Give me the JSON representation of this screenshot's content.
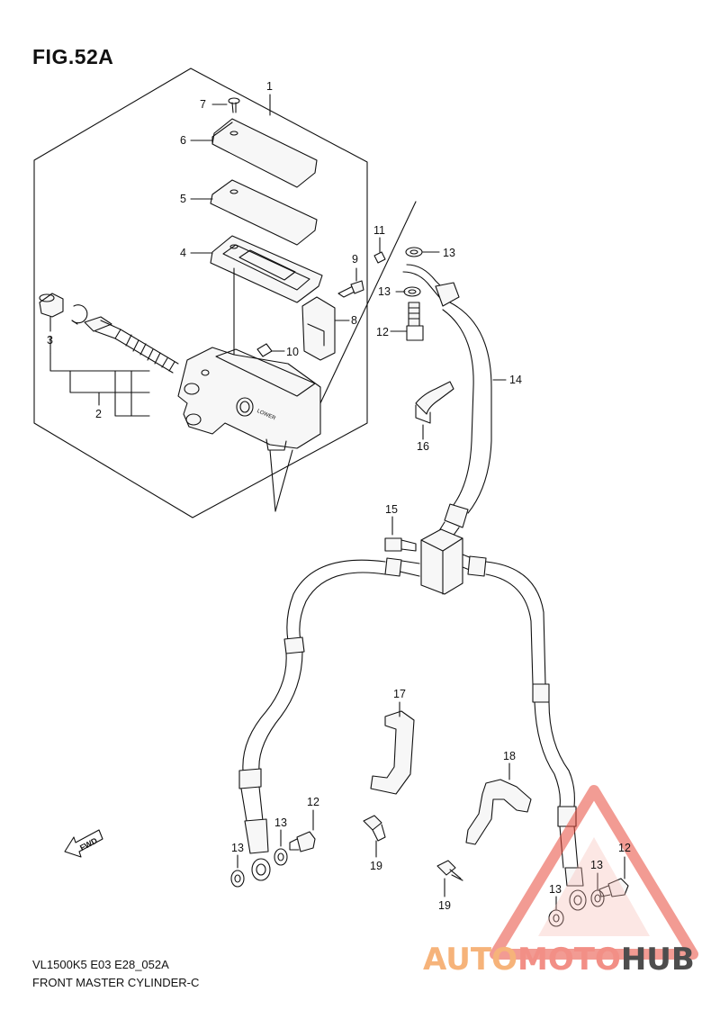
{
  "figure": {
    "title": "FIG.52A",
    "code": "VL1500K5 E03 E28_052A",
    "name": "FRONT MASTER CYLINDER-C"
  },
  "callouts": [
    {
      "id": "c1",
      "label": "1"
    },
    {
      "id": "c2",
      "label": "2"
    },
    {
      "id": "c3",
      "label": "3"
    },
    {
      "id": "c4",
      "label": "4"
    },
    {
      "id": "c5",
      "label": "5"
    },
    {
      "id": "c6",
      "label": "6"
    },
    {
      "id": "c7",
      "label": "7"
    },
    {
      "id": "c8",
      "label": "8"
    },
    {
      "id": "c9",
      "label": "9"
    },
    {
      "id": "c10",
      "label": "10"
    },
    {
      "id": "c11",
      "label": "11"
    },
    {
      "id": "c12a",
      "label": "12"
    },
    {
      "id": "c12b",
      "label": "12"
    },
    {
      "id": "c12c",
      "label": "12"
    },
    {
      "id": "c13a",
      "label": "13"
    },
    {
      "id": "c13b",
      "label": "13"
    },
    {
      "id": "c13c",
      "label": "13"
    },
    {
      "id": "c13d",
      "label": "13"
    },
    {
      "id": "c13e",
      "label": "13"
    },
    {
      "id": "c13f",
      "label": "13"
    },
    {
      "id": "c14",
      "label": "14"
    },
    {
      "id": "c15",
      "label": "15"
    },
    {
      "id": "c16",
      "label": "16"
    },
    {
      "id": "c17",
      "label": "17"
    },
    {
      "id": "c18",
      "label": "18"
    },
    {
      "id": "c19a",
      "label": "19"
    },
    {
      "id": "c19b",
      "label": "19"
    }
  ],
  "fwd_label": "FWD",
  "body_label": "LOWER",
  "watermark": {
    "part1": "AUTO",
    "part2": "MOTO",
    "part3": "HUB",
    "color_auto": "#f6b37a",
    "color_moto": "#f28f86",
    "color_hub": "#4d4d4d",
    "triangle_color": "#e84b3c"
  }
}
